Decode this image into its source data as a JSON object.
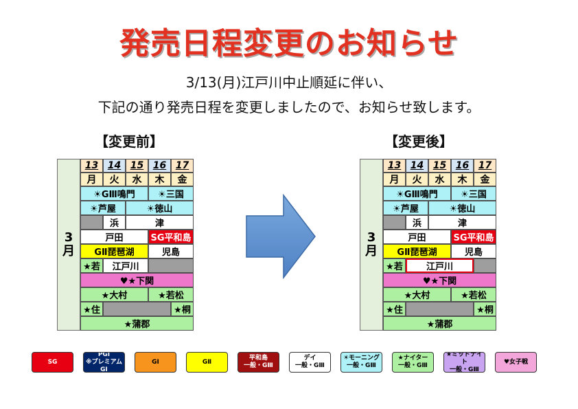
{
  "title": "発売日程変更のお知らせ",
  "subtitle_line1": "3/13(月)江戸川中止順延に伴い、",
  "subtitle_line2": "下記の通り発売日程を変更しましたので、お知らせ致します。",
  "before": {
    "heading": "【変更前】",
    "month_num": "3",
    "month_unit": "月",
    "days": [
      "13",
      "14",
      "15",
      "16",
      "17"
    ],
    "weekdays": [
      "月",
      "火",
      "水",
      "木",
      "金"
    ],
    "rows": {
      "r2": [
        "☀GⅢ鳴門",
        "☀三国"
      ],
      "r3": [
        "☀芦屋",
        "☀徳山"
      ],
      "r4": [
        "浜",
        "津"
      ],
      "r5": [
        "戸田",
        "SG平和島"
      ],
      "r6": [
        "GⅡ琵琶湖",
        "児島"
      ],
      "r7": [
        "★若",
        "江戸川"
      ],
      "r8": [
        "♥★下関"
      ],
      "r9": [
        "★大村",
        "★若松"
      ],
      "r10": [
        "★住",
        "★桐"
      ],
      "r11": [
        "★蒲郡"
      ]
    }
  },
  "after": {
    "heading": "【変更後】",
    "month_num": "3",
    "month_unit": "月",
    "days": [
      "13",
      "14",
      "15",
      "16",
      "17"
    ],
    "weekdays": [
      "月",
      "火",
      "水",
      "木",
      "金"
    ],
    "rows": {
      "r2": [
        "☀GⅢ鳴門",
        "☀三国"
      ],
      "r3": [
        "☀芦屋",
        "☀徳山"
      ],
      "r4": [
        "浜",
        "津"
      ],
      "r5": [
        "戸田",
        "SG平和島"
      ],
      "r6": [
        "GⅡ琵琶湖",
        "児島"
      ],
      "r7": [
        "★若",
        "江戸川"
      ],
      "r8": [
        "♥★下関"
      ],
      "r9": [
        "★大村",
        "★若松"
      ],
      "r10": [
        "★住",
        "★桐"
      ],
      "r11": [
        "★蒲郡"
      ]
    }
  },
  "legend": [
    {
      "line1": "SG",
      "line2": "",
      "bg": "#e60012",
      "fg": "#ffffff"
    },
    {
      "line1": "PGⅠ",
      "line2": "※プレミアムGⅠ",
      "bg": "#002569",
      "fg": "#ffffff"
    },
    {
      "line1": "GⅠ",
      "line2": "",
      "bg": "#f7941d",
      "fg": "#000000"
    },
    {
      "line1": "GⅡ",
      "line2": "",
      "bg": "#ffff00",
      "fg": "#000000"
    },
    {
      "line1": "平和島",
      "line2": "一般・GⅢ",
      "bg": "#a01010",
      "fg": "#ffffff"
    },
    {
      "line1": "デイ",
      "line2": "一般・GⅢ",
      "bg": "#ffffff",
      "fg": "#000000"
    },
    {
      "line1": "☀モーニング",
      "line2": "一般・GⅢ",
      "bg": "#aef1f6",
      "fg": "#000000"
    },
    {
      "line1": "★ナイター",
      "line2": "一般・GⅢ",
      "bg": "#aef0a1",
      "fg": "#000000"
    },
    {
      "line1": "★ミッドナイト",
      "line2": "一般・GⅢ",
      "bg": "#c9a4f0",
      "fg": "#000000"
    },
    {
      "line1": "♥女子戦",
      "line2": "",
      "bg": "#f3a6d9",
      "fg": "#000000"
    }
  ]
}
